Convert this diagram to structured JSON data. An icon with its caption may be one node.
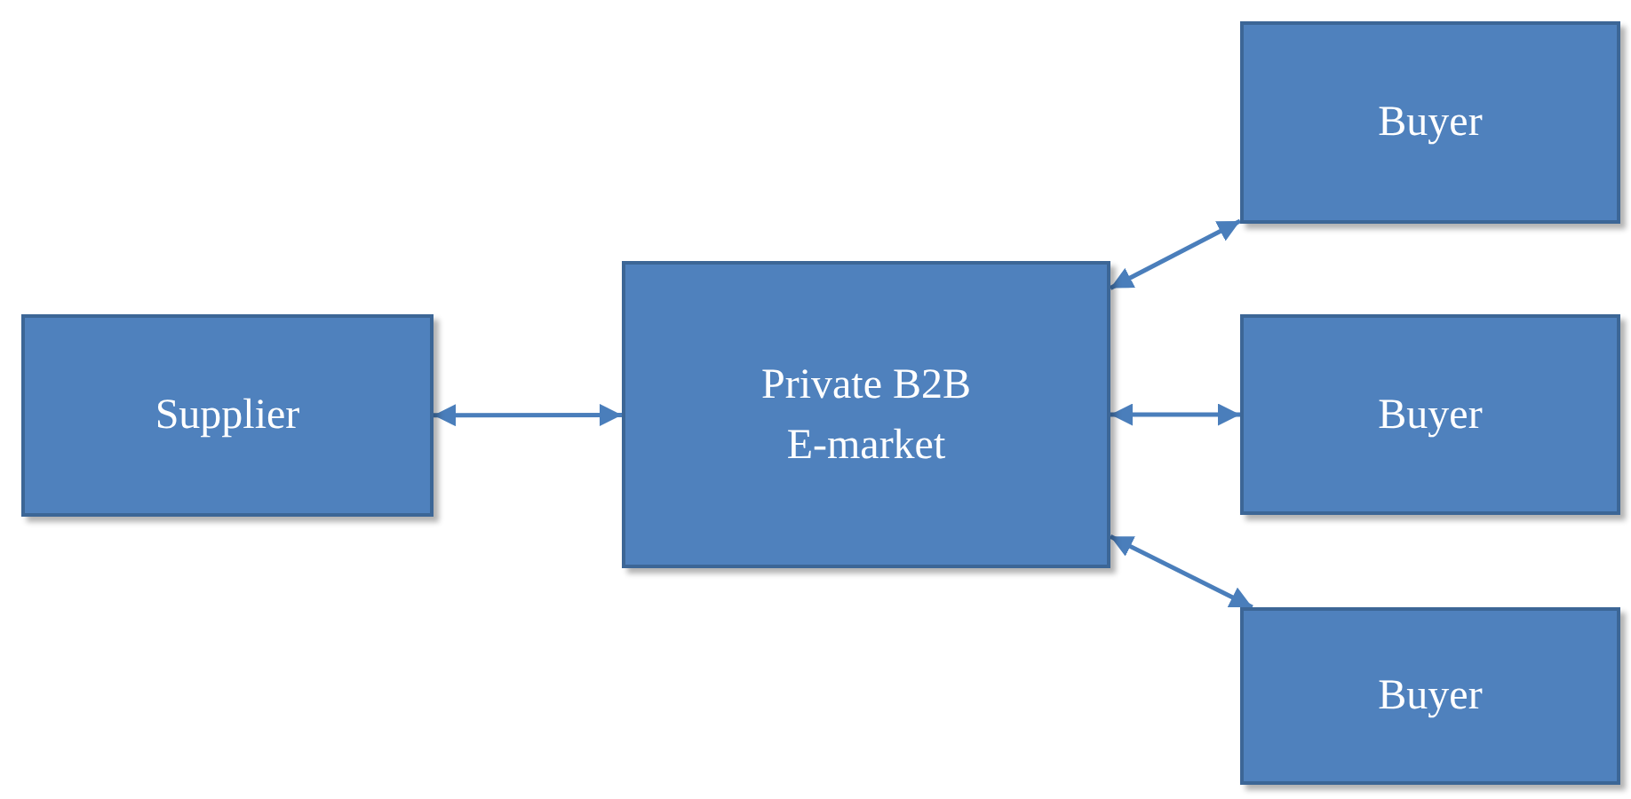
{
  "diagram": {
    "nodes": [
      {
        "text": [
          "Supplier"
        ]
      },
      {
        "text": [
          "Private B2B E-market"
        ]
      },
      {
        "text": [
          "Buyer"
        ]
      },
      {
        "text": [
          "Buyer"
        ]
      },
      {
        "text": [
          "Buyer"
        ]
      }
    ],
    "edges": [
      {
        "from": 0,
        "to": 1,
        "arrow": "both"
      },
      {
        "from": 1,
        "to": 2,
        "arrow": "both"
      },
      {
        "from": 1,
        "to": 3,
        "arrow": "both"
      },
      {
        "from": 1,
        "to": 4,
        "arrow": "both"
      }
    ]
  }
}
